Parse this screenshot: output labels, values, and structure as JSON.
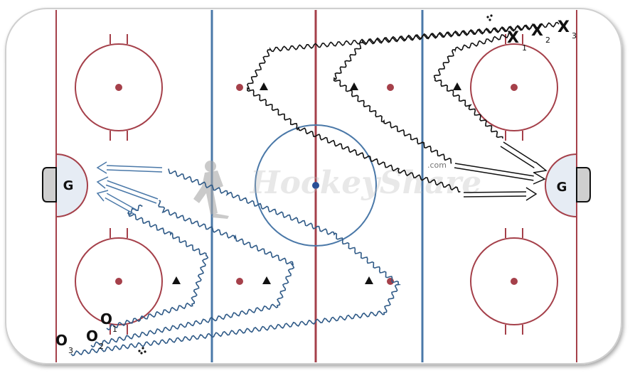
{
  "watermark": {
    "text": "HockeyShare",
    "suffix": ".com"
  },
  "goalies": {
    "left_label": "G",
    "right_label": "G"
  },
  "players_o": [
    {
      "mark": "O",
      "num": "1"
    },
    {
      "mark": "O",
      "num": "2"
    },
    {
      "mark": "O",
      "num": "3"
    }
  ],
  "players_x": [
    {
      "mark": "X",
      "num": "1"
    },
    {
      "mark": "X",
      "num": "2"
    },
    {
      "mark": "X",
      "num": "3"
    }
  ],
  "colors": {
    "rink_red": "#a5404a",
    "blue_line": "#4a78a8",
    "team_o_path": "#2f5a87",
    "team_x_path": "#111111",
    "crease": "#e6ecf4",
    "cone": "#111111"
  }
}
